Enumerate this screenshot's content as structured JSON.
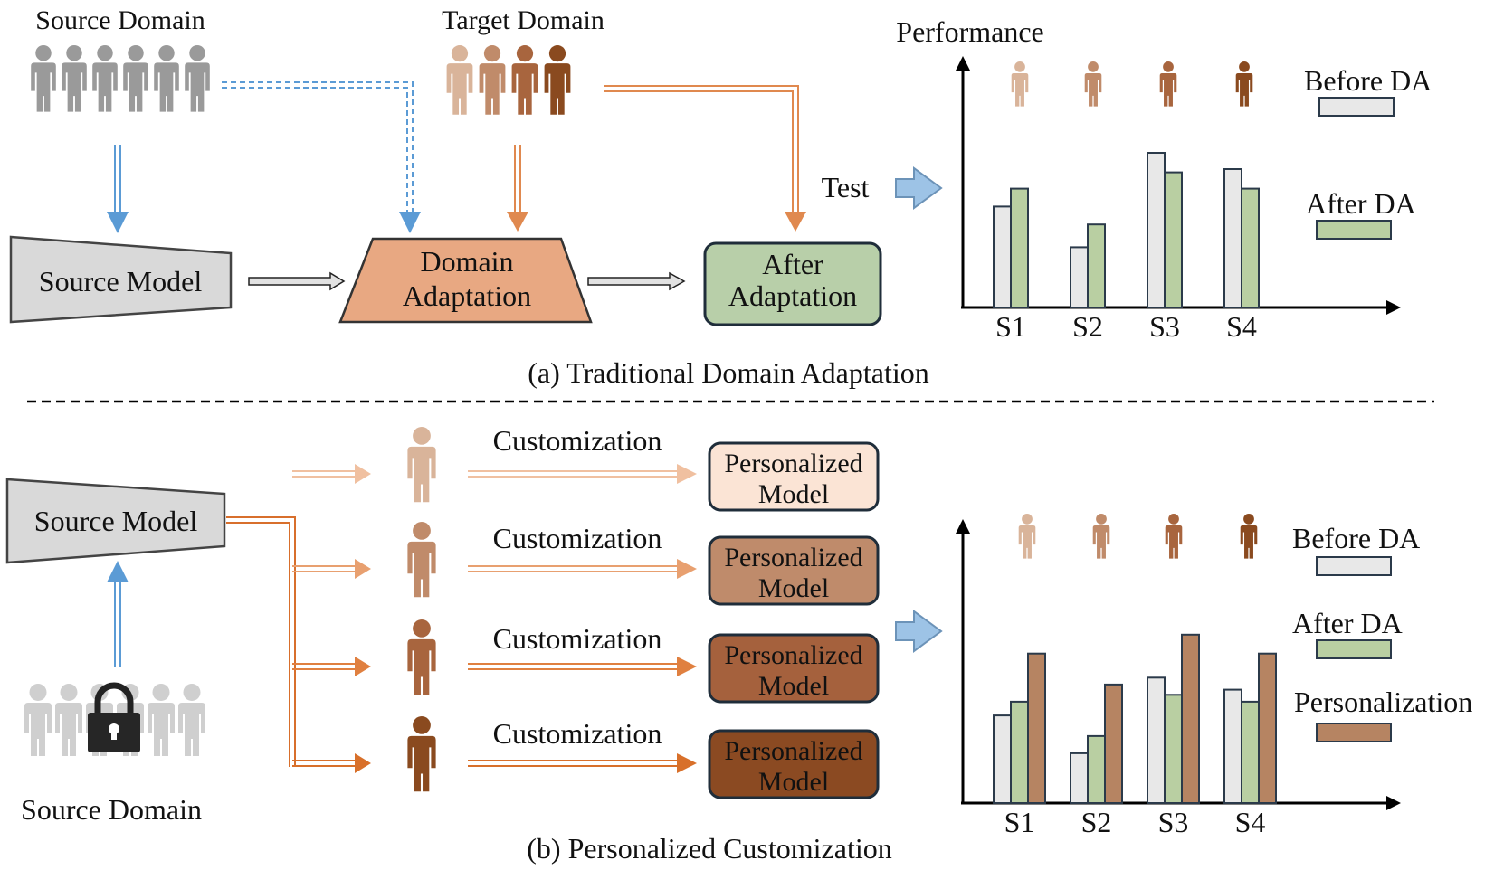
{
  "section_a": {
    "caption": "(a) Traditional Domain Adaptation",
    "source_domain_label": "Source Domain",
    "target_domain_label": "Target Domain",
    "source_model_label": "Source Model",
    "domain_adaptation_line1": "Domain",
    "domain_adaptation_line2": "Adaptation",
    "after_adaptation_line1": "After",
    "after_adaptation_line2": "Adaptation",
    "test_label": "Test",
    "performance_label": "Performance"
  },
  "section_b": {
    "caption": "(b) Personalized Customization",
    "source_model_label": "Source Model",
    "source_domain_label": "Source Domain",
    "customization_label": "Customization",
    "personalized_line1": "Personalized",
    "personalized_line2": "Model"
  },
  "colors": {
    "source_gray": "#9a9a9a",
    "target_tones": [
      "#d9b49a",
      "#c08b6a",
      "#a8653e",
      "#8a4a1f"
    ],
    "before_da": "#e8e8e8",
    "after_da": "#b9cfa2",
    "personalization": "#b68462",
    "blue_arrow": "#5b9bd5",
    "orange_arrow": "#e0894f",
    "domain_adaptation_fill": "#e8a882",
    "after_adaptation_fill": "#b8cfa9"
  },
  "chart_data": [
    {
      "type": "bar",
      "ylabel": "Performance",
      "categories": [
        "S1",
        "S2",
        "S3",
        "S4"
      ],
      "series": [
        {
          "name": "Before DA",
          "values": [
            0.62,
            0.37,
            0.95,
            0.85
          ]
        },
        {
          "name": "After DA",
          "values": [
            0.73,
            0.51,
            0.83,
            0.73
          ]
        }
      ],
      "ylim": [
        0,
        1
      ],
      "legend": "right"
    },
    {
      "type": "bar",
      "categories": [
        "S1",
        "S2",
        "S3",
        "S4"
      ],
      "series": [
        {
          "name": "Before DA",
          "values": [
            0.51,
            0.29,
            0.73,
            0.66
          ]
        },
        {
          "name": "After DA",
          "values": [
            0.59,
            0.39,
            0.63,
            0.59
          ]
        },
        {
          "name": "Personalization",
          "values": [
            0.87,
            0.69,
            0.98,
            0.87
          ]
        }
      ],
      "ylim": [
        0,
        1
      ],
      "legend": "right"
    }
  ]
}
